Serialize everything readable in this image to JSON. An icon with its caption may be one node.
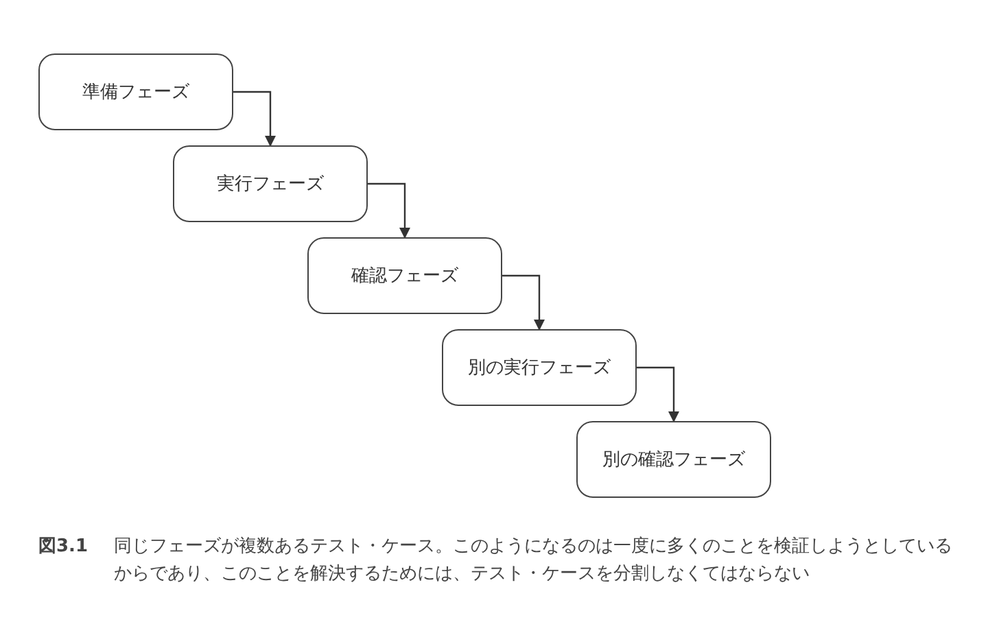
{
  "diagram": {
    "caption": "同じフェーズが複数あるテスト・ケース。このようになるのは一度に多くのことを検証しようとしているからであり、このことを解決するためには、テスト・ケースを分割しなくてはならない",
    "nodes": [
      {
        "text": [
          "準備フェーズ"
        ]
      },
      {
        "text": [
          "実行フェーズ"
        ]
      },
      {
        "text": [
          "確認フェーズ"
        ]
      },
      {
        "text": [
          "別の実行フェーズ"
        ]
      },
      {
        "text": [
          "別の確認フェーズ"
        ]
      }
    ],
    "edges": [
      {
        "from": 0,
        "to": 1,
        "arrow": "to"
      },
      {
        "from": 1,
        "to": 2,
        "arrow": "to"
      },
      {
        "from": 2,
        "to": 3,
        "arrow": "to"
      },
      {
        "from": 3,
        "to": 4,
        "arrow": "to"
      }
    ],
    "labels": [
      "図3.1"
    ]
  }
}
